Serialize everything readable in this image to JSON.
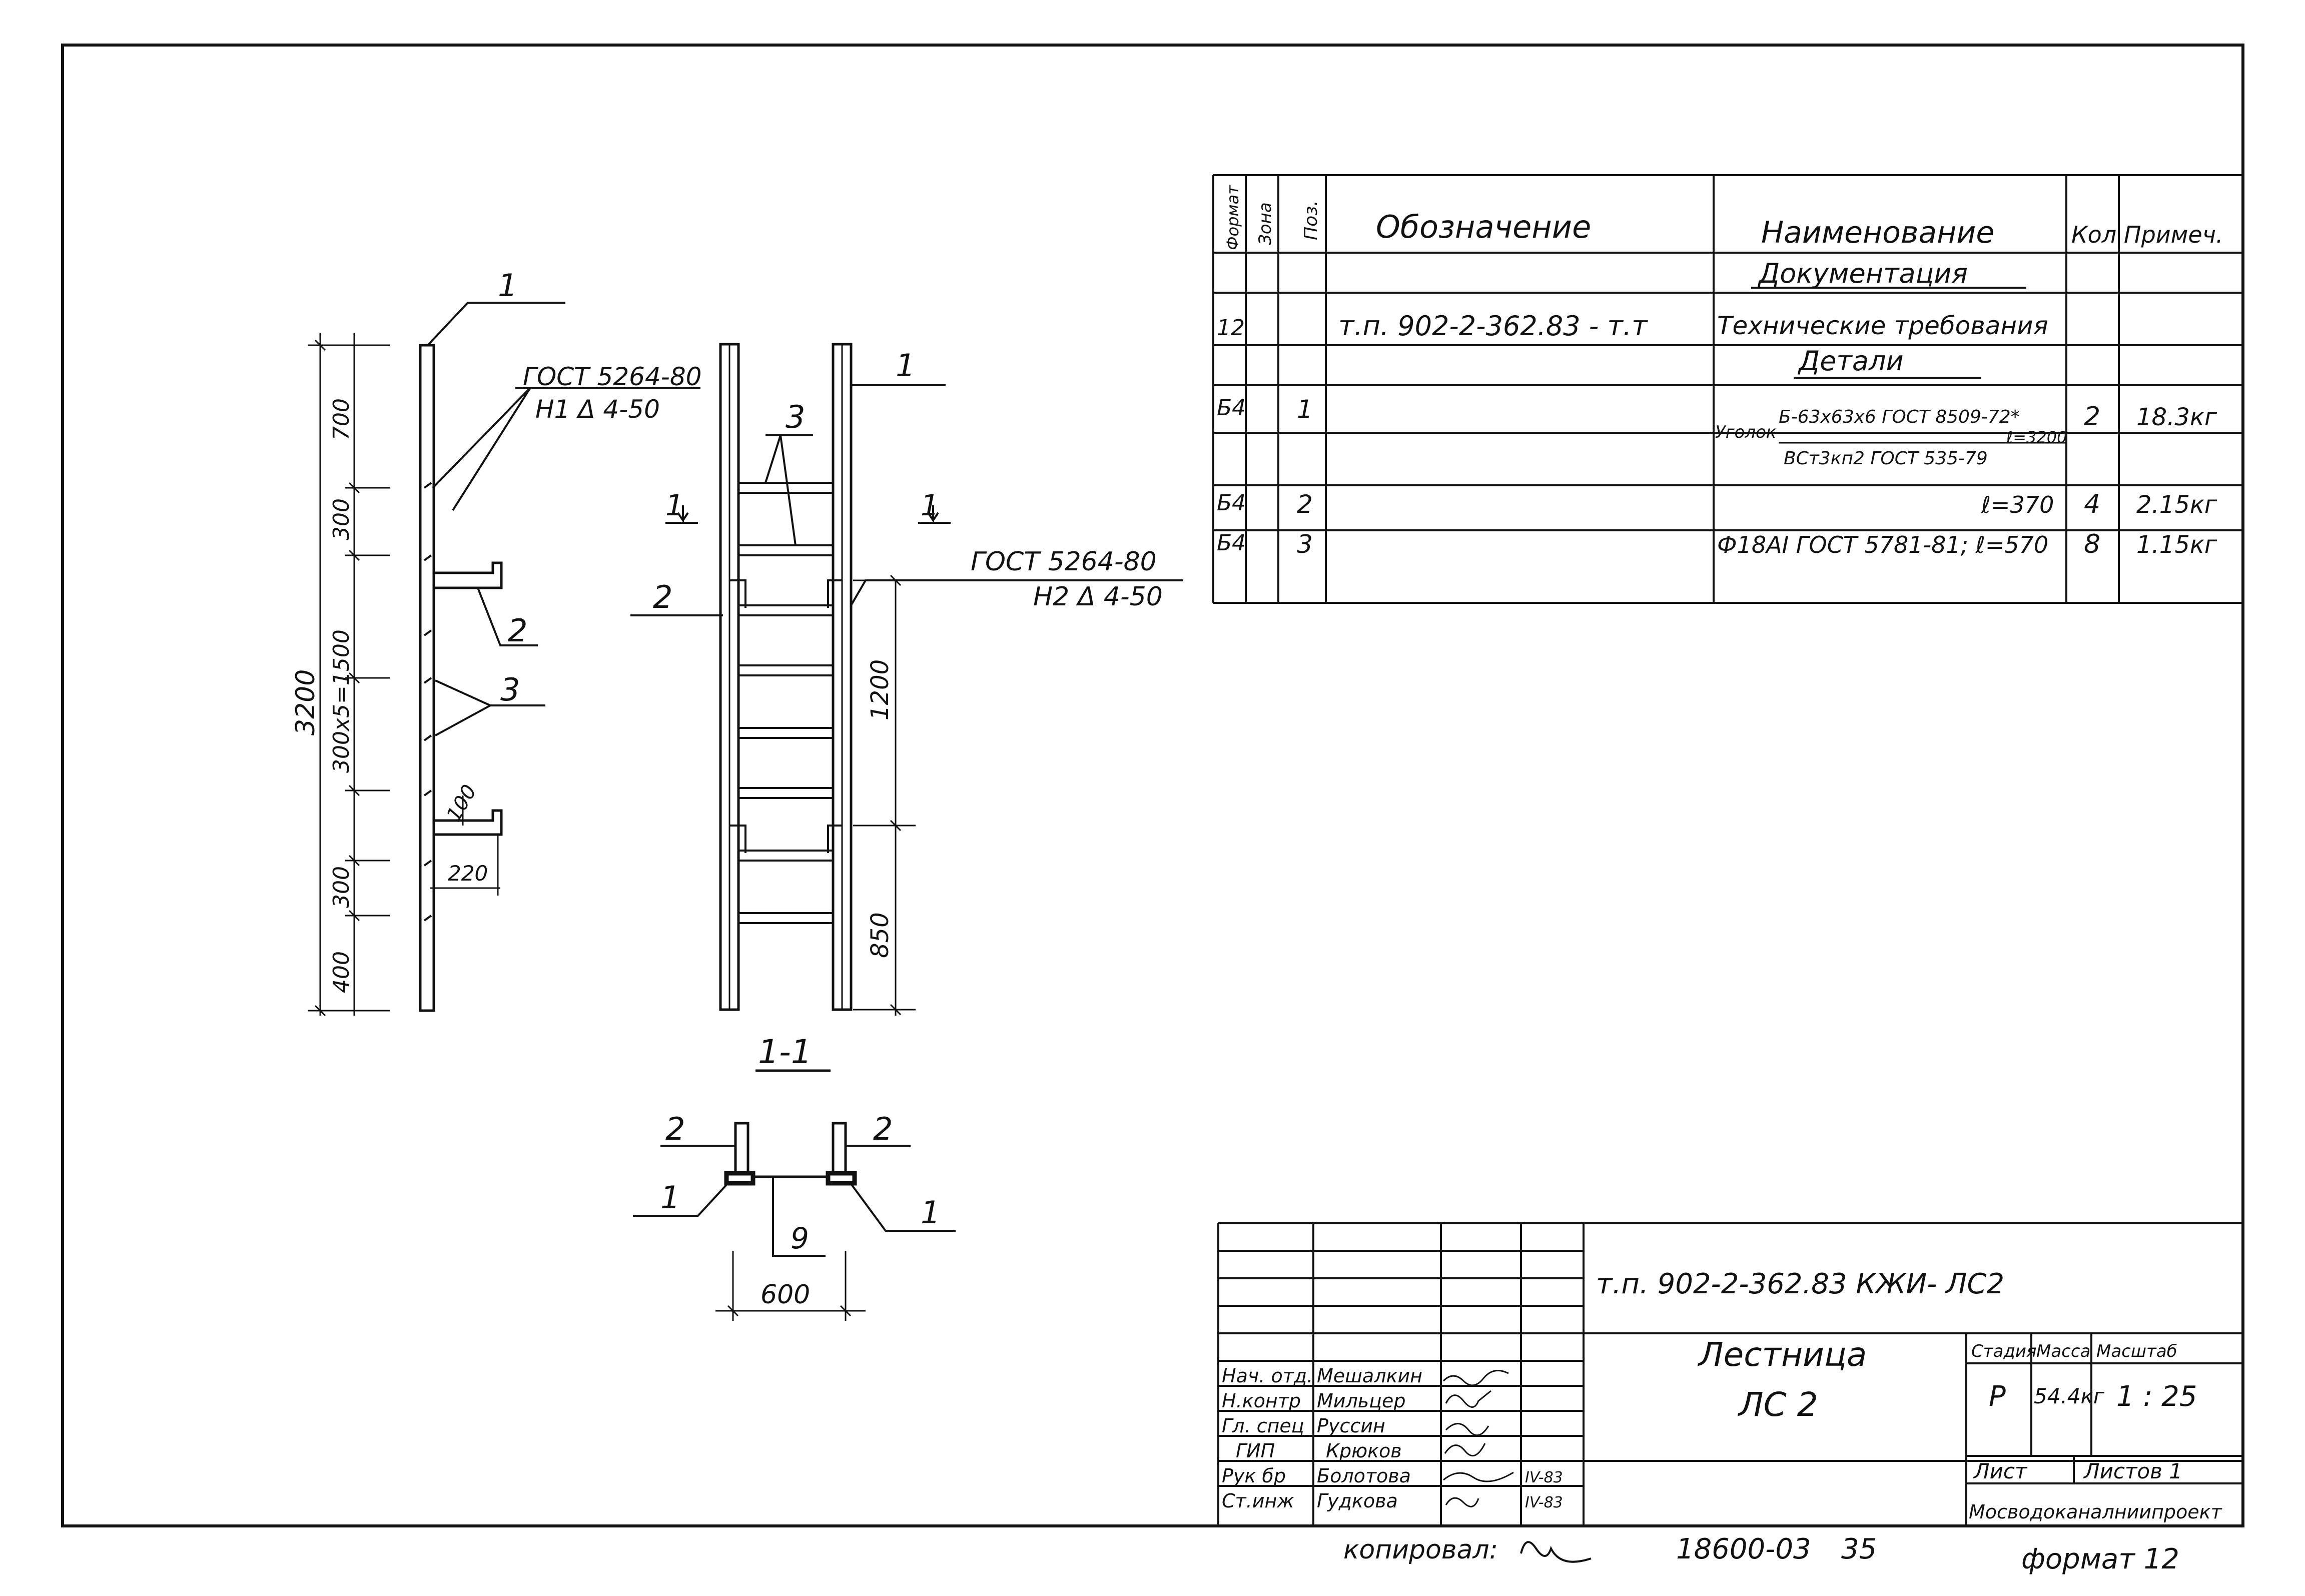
{
  "colors": {
    "ink": "#111111",
    "paper": "#ffffff"
  },
  "side_view": {
    "callout_top": "1",
    "gost_top_1": "ГОСТ 5264-80",
    "gost_top_2": "Н1 Δ 4-50",
    "callout_bracket": "2",
    "callout_rungs": "3",
    "dim_total": "3200",
    "dim_700": "700",
    "dim_300a": "300",
    "dim_spacing": "300х5=1500",
    "dim_300b": "300",
    "dim_400": "400",
    "dim_100": "100",
    "dim_220": "220"
  },
  "front_view": {
    "callout_rung": "3",
    "callout_stringer": "1",
    "callout_bracket": "2",
    "section_mark_left": "1",
    "section_mark_right": "1",
    "gost_1": "ГОСТ 5264-80",
    "gost_2": "Н2 Δ 4-50",
    "dim_1200": "1200",
    "dim_850": "850"
  },
  "section": {
    "title": "1-1",
    "callout_2_left": "2",
    "callout_2_right": "2",
    "callout_1_left": "1",
    "callout_1_right": "1",
    "callout_9": "9",
    "dim_600": "600"
  },
  "spec_table": {
    "headers": {
      "format": "Формат",
      "zone": "Зона",
      "pos": "Поз.",
      "designation": "Обозначение",
      "name": "Наименование",
      "qty": "Кол",
      "note": "Примеч."
    },
    "section_docs": "Документация",
    "section_parts": "Детали",
    "rows": [
      {
        "format": "12",
        "pos": "",
        "designation": "т.п. 902-2-362.83 - т.т",
        "name": "Технические требования",
        "qty": "",
        "note": ""
      },
      {
        "format": "Б4",
        "pos": "1",
        "designation": "",
        "name_prefix": "Уголок",
        "name_top": "Б-63х63х6 ГОСТ 8509-72*",
        "name_len": "ℓ=3200",
        "name_bottom": "ВСт3кп2 ГОСТ 535-79",
        "qty": "2",
        "note": "18.3кг"
      },
      {
        "format": "Б4",
        "pos": "2",
        "designation": "",
        "name": "ℓ=370",
        "qty": "4",
        "note": "2.15кг"
      },
      {
        "format": "Б4",
        "pos": "3",
        "designation": "",
        "name": "Ф18АI ГОСТ 5781-81; ℓ=570",
        "qty": "8",
        "note": "1.15кг"
      }
    ]
  },
  "title_block": {
    "code": "т.п. 902-2-362.83   КЖИ- ЛС2",
    "title_1": "Лестница",
    "title_2": "ЛС 2",
    "stage_label": "Стадия",
    "mass_label": "Масса",
    "scale_label": "Масштаб",
    "stage": "Р",
    "mass": "54.4кг",
    "scale": "1 : 25",
    "sheet_label": "Лист",
    "sheets_label": "Листов 1",
    "org": "Мосводоканалниипроект",
    "signatories": [
      {
        "role": "Нач. отд.",
        "name": "Мешалкин",
        "date": ""
      },
      {
        "role": "Н.контр",
        "name": "Мильцер",
        "date": ""
      },
      {
        "role": "Гл. спец",
        "name": "Руссин",
        "date": ""
      },
      {
        "role": "ГИП",
        "name": "Крюков",
        "date": ""
      },
      {
        "role": "Рук бр",
        "name": "Болотова",
        "date": "IV-83"
      },
      {
        "role": "Ст.инж",
        "name": "Гудкова",
        "date": "IV-83"
      }
    ]
  },
  "footer": {
    "copied": "копировал:",
    "number": "18600-03",
    "page": "35",
    "format": "формат 12"
  }
}
